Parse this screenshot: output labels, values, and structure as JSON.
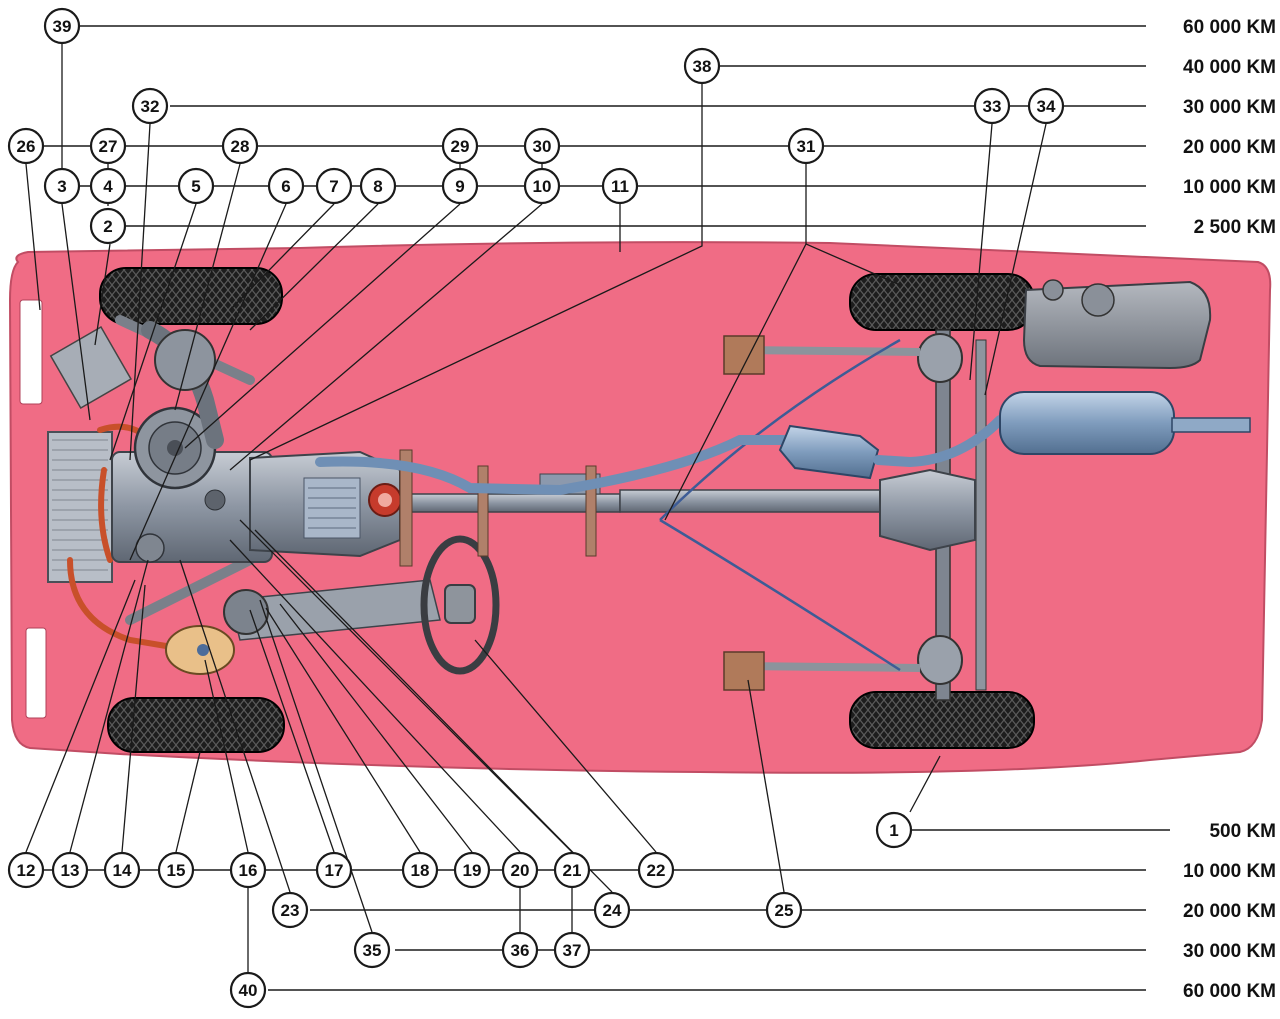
{
  "intervals": [
    {
      "label": "60 000 KM",
      "row": "r60a"
    },
    {
      "label": "40 000 KM",
      "row": "r40"
    },
    {
      "label": "30 000 KM",
      "row": "r30a"
    },
    {
      "label": "20 000 KM",
      "row": "r20a"
    },
    {
      "label": "10 000 KM",
      "row": "r10a"
    },
    {
      "label": "2 500 KM",
      "row": "r2500"
    },
    {
      "label": "500 KM",
      "row": "r500"
    },
    {
      "label": "10 000 KM",
      "row": "r10b"
    },
    {
      "label": "20 000 KM",
      "row": "r20b"
    },
    {
      "label": "30 000 KM",
      "row": "r30b"
    },
    {
      "label": "60 000 KM",
      "row": "r60b"
    }
  ],
  "callouts": [
    "1",
    "2",
    "3",
    "4",
    "5",
    "6",
    "7",
    "8",
    "9",
    "10",
    "11",
    "12",
    "13",
    "14",
    "15",
    "16",
    "17",
    "18",
    "19",
    "20",
    "21",
    "22",
    "23",
    "24",
    "25",
    "26",
    "27",
    "28",
    "29",
    "30",
    "31",
    "32",
    "33",
    "34",
    "35",
    "36",
    "37",
    "38",
    "39",
    "40"
  ],
  "colors": {
    "body": "#f06c85",
    "tire": "#1f1f1f",
    "metal": "#9aa3b0",
    "muffler": "#8fa9c6",
    "hose": "#c8502a"
  }
}
